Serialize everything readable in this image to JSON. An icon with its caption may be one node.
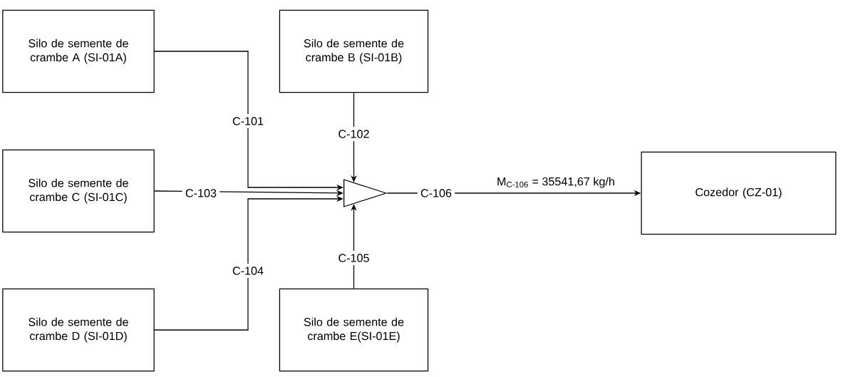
{
  "diagram": {
    "nodes": [
      {
        "text": [
          "Silo de semente de crambe A (SI-01A)"
        ]
      },
      {
        "text": [
          "Silo de semente de crambe B (SI-01B)"
        ]
      },
      {
        "text": [
          "Silo de semente de crambe C (SI-01C)"
        ]
      },
      {
        "text": [
          "Silo de semente de crambe D (SI-01D)"
        ]
      },
      {
        "text": [
          "Silo de semente de crambe E(SI-01E)"
        ]
      },
      {
        "text": [],
        "shape": "triangle"
      },
      {
        "text": [
          "Cozedor (CZ-01)"
        ]
      }
    ],
    "edges": [
      {
        "from": 0,
        "to": 5,
        "arrow": "to",
        "label": "C-101"
      },
      {
        "from": 1,
        "to": 5,
        "arrow": "to",
        "label": "C-102"
      },
      {
        "from": 2,
        "to": 5,
        "arrow": "to",
        "label": "C-103"
      },
      {
        "from": 3,
        "to": 5,
        "arrow": "to",
        "label": "C-104"
      },
      {
        "from": 4,
        "to": 5,
        "arrow": "to",
        "label": "C-105"
      },
      {
        "from": 5,
        "to": 6,
        "arrow": "to",
        "label": "C-106"
      }
    ],
    "labels": [
      "M$_{C-106}$ = 35541,67 kg/h"
    ]
  }
}
